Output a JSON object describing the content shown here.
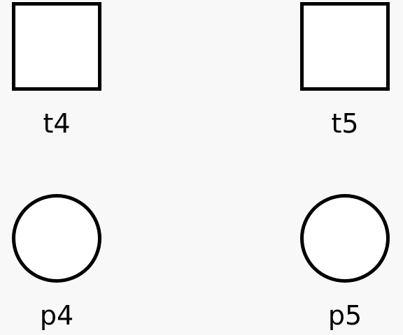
{
  "diagram": {
    "type": "petri-net",
    "transitions": [
      {
        "id": "t4",
        "label": "t4"
      },
      {
        "id": "t5",
        "label": "t5"
      }
    ],
    "places": [
      {
        "id": "p4",
        "label": "p4"
      },
      {
        "id": "p5",
        "label": "p5"
      }
    ],
    "arcs": []
  }
}
